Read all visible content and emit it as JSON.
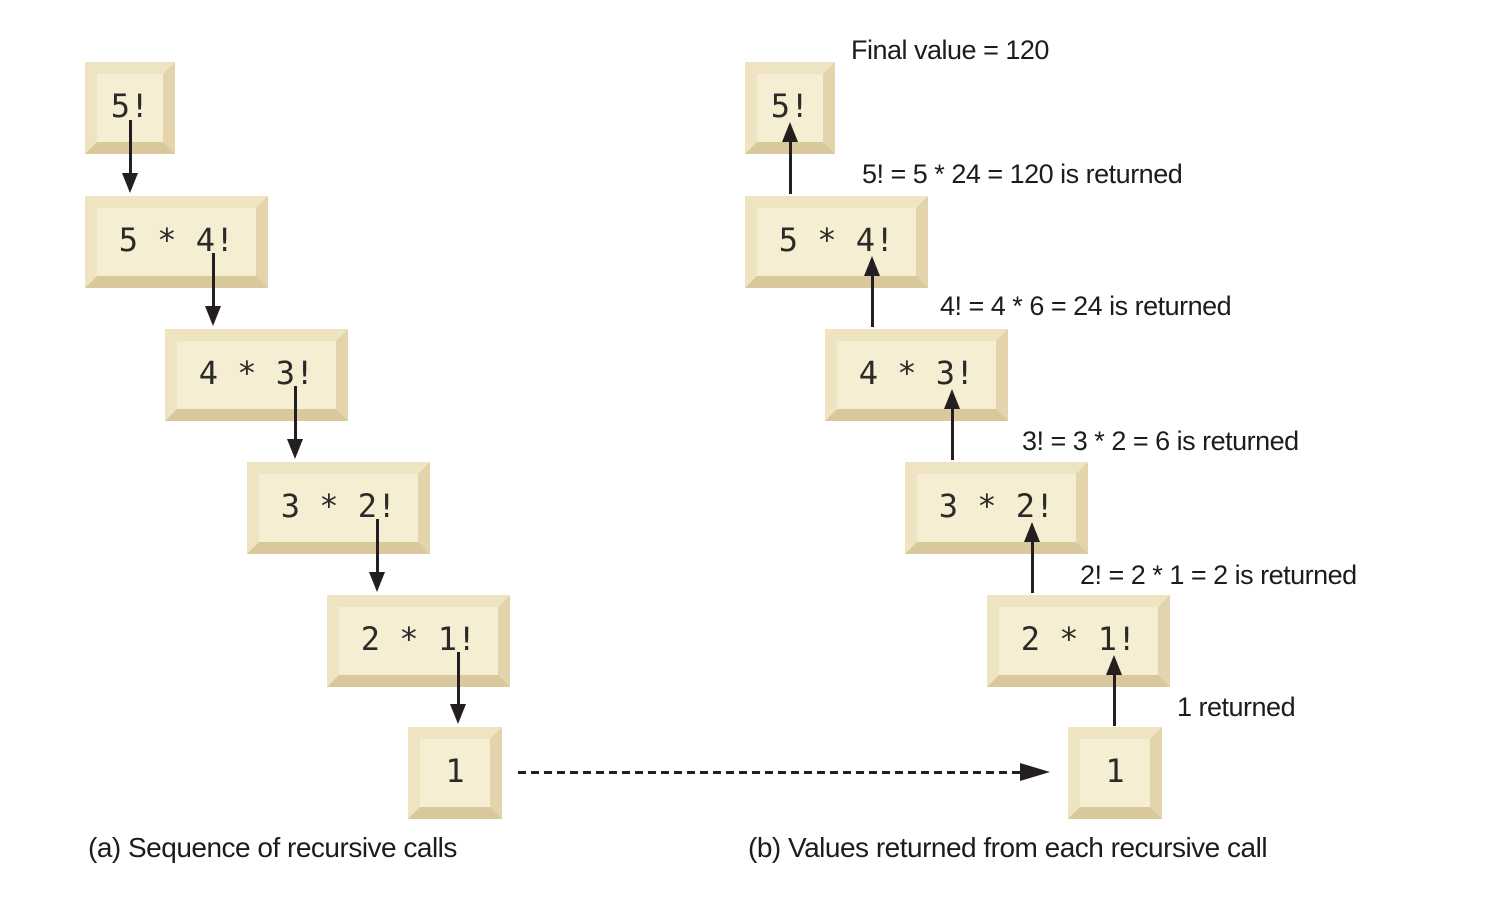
{
  "panel_a": {
    "caption": "(a) Sequence of recursive calls",
    "boxes": [
      "5!",
      "5 * 4!",
      "4 * 3!",
      "3 * 2!",
      "2 * 1!",
      "1"
    ]
  },
  "panel_b": {
    "caption": "(b) Values returned from each recursive call",
    "final_value": "Final value = 120",
    "boxes": [
      "5!",
      "5 * 4!",
      "4 * 3!",
      "3 * 2!",
      "2 * 1!",
      "1"
    ],
    "annotations": [
      "5! = 5 * 24 = 120 is returned",
      "4! = 4 * 6 = 24 is returned",
      "3! = 3 * 2 = 6 is returned",
      "2! = 2 * 1 = 2 is returned",
      "1 returned"
    ]
  },
  "colors": {
    "background": "#ffffff",
    "box_face": "#f5eed2",
    "box_bevel_light": "#efe4c2",
    "box_bevel_right": "#e3d4ab",
    "box_bevel_dark": "#d9c89c",
    "arrow": "#231f20",
    "text": "#1c1c1c"
  }
}
